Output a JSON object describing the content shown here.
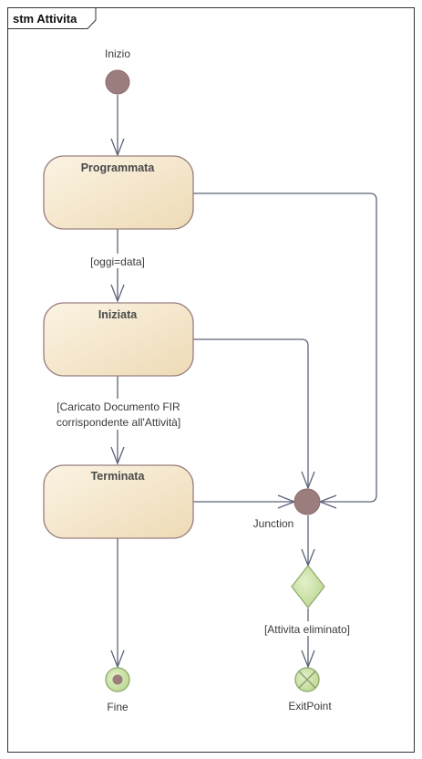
{
  "frame": {
    "title": "stm Attivita"
  },
  "initial": {
    "label": "Inizio"
  },
  "states": {
    "programmata": {
      "name": "Programmata"
    },
    "iniziata": {
      "name": "Iniziata"
    },
    "terminata": {
      "name": "Terminata"
    }
  },
  "guards": {
    "oggi": "[oggi=data]",
    "caricato_line1": "[Caricato Documento FIR",
    "caricato_line2": "corrispondente all'Attività]",
    "eliminato": "[Attivita eliminato]"
  },
  "junction": {
    "label": "Junction"
  },
  "final": {
    "label": "Fine"
  },
  "exit_point": {
    "label": "ExitPoint"
  },
  "colors": {
    "state_fill_light": "#f8efdc",
    "state_fill_dark": "#eedbb6",
    "state_border": "#9a7f7f",
    "node_fill": "#9b7d7d",
    "decision_fill": "#c9e0a3",
    "decision_border": "#8fa86a",
    "line": "#5a6478"
  }
}
